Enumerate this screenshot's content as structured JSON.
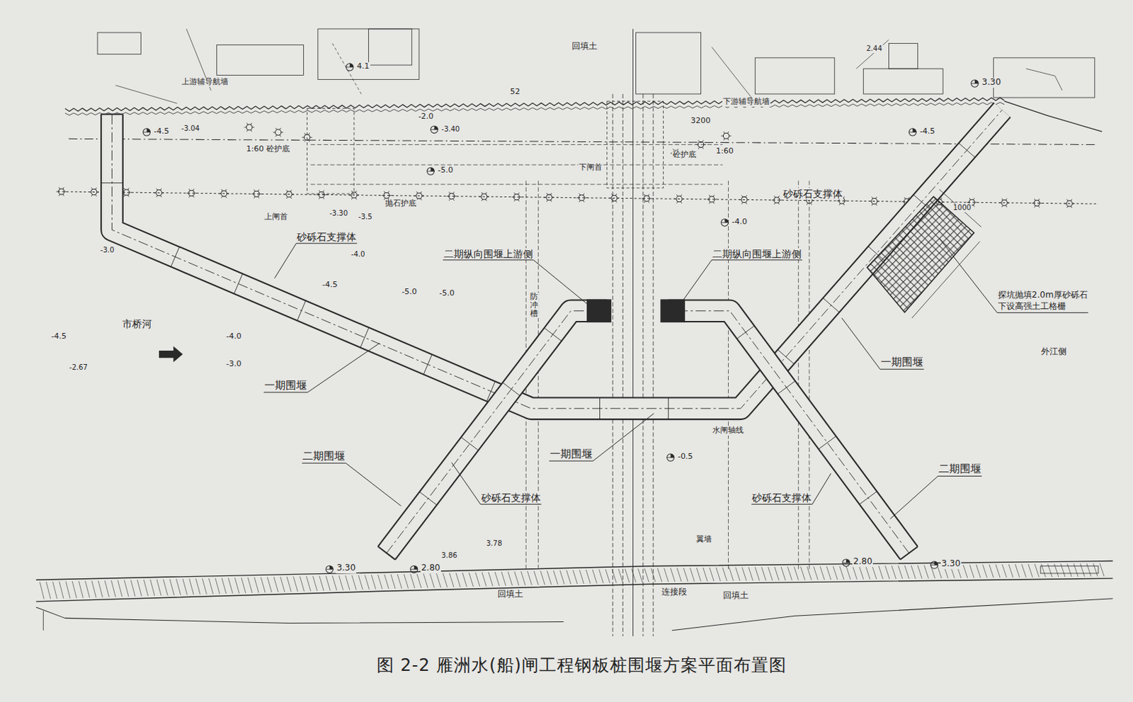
{
  "diagram": {
    "caption": "图 2-2 雁洲水(船)闸工程钢板桩围堰方案平面布置图",
    "labels": [
      "回填土",
      "上游辅导航墙",
      "4.1",
      "52",
      "3.30",
      "2.44",
      "下游辅导航墙",
      "-4.5",
      "-3.04",
      "-2.0",
      "-3.40",
      "3200",
      "-4.5",
      "1:60 砼护底",
      "-5.0",
      "砼护底",
      "1:60",
      "下闸首",
      "1000",
      "上闸首",
      "-3.30",
      "-3.5",
      "抛石护底",
      "砂砾石支撑体",
      "-4.0",
      "砂砾石支撑体",
      "-3.0",
      "-4.0",
      "二期纵向围堰上游侧",
      "二期纵向围堰上游侧",
      "-4.5",
      "-5.0",
      "-5.0",
      "探坑抛填2.0m厚砂砾石 下设高强土工格栅",
      "外江侧",
      "防冲槽",
      "市桥河",
      "-4.0",
      "-4.5",
      "-3.0",
      "-2.67",
      "一期围堰",
      "一期围堰",
      "水闸轴线",
      "一期围堰",
      "-0.5",
      "二期围堰",
      "二期围堰",
      "砂砾石支撑体",
      "砂砾石支撑体",
      "翼墙",
      "3.78",
      "3.86",
      "3.30",
      "2.80",
      "2.80",
      "3.30",
      "回填土",
      "连接段",
      "回填土"
    ]
  }
}
